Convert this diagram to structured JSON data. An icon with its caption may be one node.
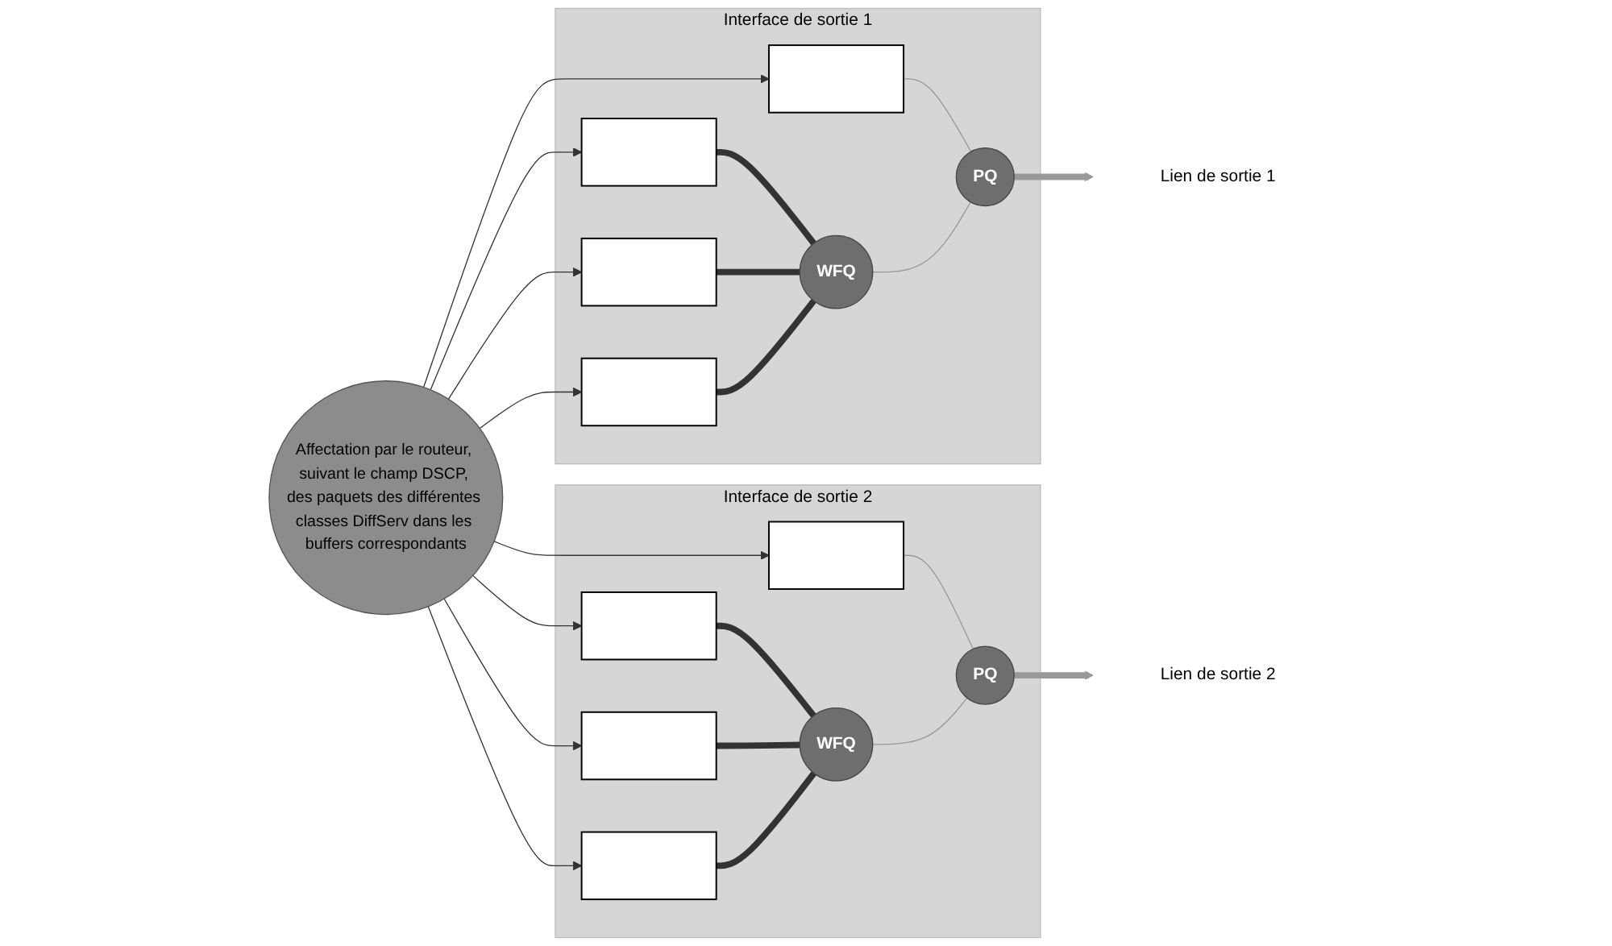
{
  "diagram": {
    "nodes": [
      {
        "text": [
          "Affectation par le routeur, suivant le champ DSCP, des paquets des différentes classes DiffServ dans les buffers correspondants"
        ]
      },
      {
        "text": [
          "Interface de sortie 1"
        ]
      },
      {
        "text": [],
        "shape": "box",
        "in": 1
      },
      {
        "text": [],
        "shape": "box",
        "in": 1
      },
      {
        "text": [],
        "shape": "box",
        "in": 1
      },
      {
        "text": [],
        "shape": "box",
        "in": 1
      },
      {
        "text": [
          "WFQ"
        ],
        "in": 1
      },
      {
        "text": [
          "PQ"
        ],
        "in": 1
      },
      {
        "text": [
          "Lien de sortie 1"
        ]
      },
      {
        "text": [
          "Interface de sortie 2"
        ]
      },
      {
        "text": [],
        "shape": "box",
        "in": 9
      },
      {
        "text": [],
        "shape": "box",
        "in": 9
      },
      {
        "text": [],
        "shape": "box",
        "in": 9
      },
      {
        "text": [],
        "shape": "box",
        "in": 9
      },
      {
        "text": [
          "WFQ"
        ],
        "in": 9
      },
      {
        "text": [
          "PQ"
        ],
        "in": 9
      },
      {
        "text": [
          "Lien de sortie 2"
        ]
      }
    ],
    "edges": [
      {
        "from": 0,
        "to": 2,
        "arrow": "to"
      },
      {
        "from": 0,
        "to": 3,
        "arrow": "to"
      },
      {
        "from": 0,
        "to": 4,
        "arrow": "to"
      },
      {
        "from": 0,
        "to": 5,
        "arrow": "to"
      },
      {
        "from": 0,
        "to": 10,
        "arrow": "to"
      },
      {
        "from": 0,
        "to": 11,
        "arrow": "to"
      },
      {
        "from": 0,
        "to": 12,
        "arrow": "to"
      },
      {
        "from": 0,
        "to": 13,
        "arrow": "to"
      },
      {
        "from": 2,
        "to": 7,
        "arrow": "none",
        "color": "#999999"
      },
      {
        "from": 3,
        "to": 6,
        "arrow": "none",
        "style": "thick"
      },
      {
        "from": 4,
        "to": 6,
        "arrow": "none",
        "style": "thick"
      },
      {
        "from": 5,
        "to": 6,
        "arrow": "none",
        "style": "thick"
      },
      {
        "from": 6,
        "to": 7,
        "arrow": "none",
        "color": "#999999"
      },
      {
        "from": 7,
        "to": 8,
        "arrow": "to",
        "style": "thick",
        "color": "#999999"
      },
      {
        "from": 10,
        "to": 15,
        "arrow": "none",
        "color": "#999999"
      },
      {
        "from": 11,
        "to": 14,
        "arrow": "none",
        "style": "thick"
      },
      {
        "from": 12,
        "to": 14,
        "arrow": "none",
        "style": "thick"
      },
      {
        "from": 13,
        "to": 14,
        "arrow": "none",
        "style": "thick"
      },
      {
        "from": 14,
        "to": 15,
        "arrow": "none",
        "color": "#999999"
      },
      {
        "from": 15,
        "to": 16,
        "arrow": "to",
        "style": "thick",
        "color": "#999999"
      }
    ]
  }
}
